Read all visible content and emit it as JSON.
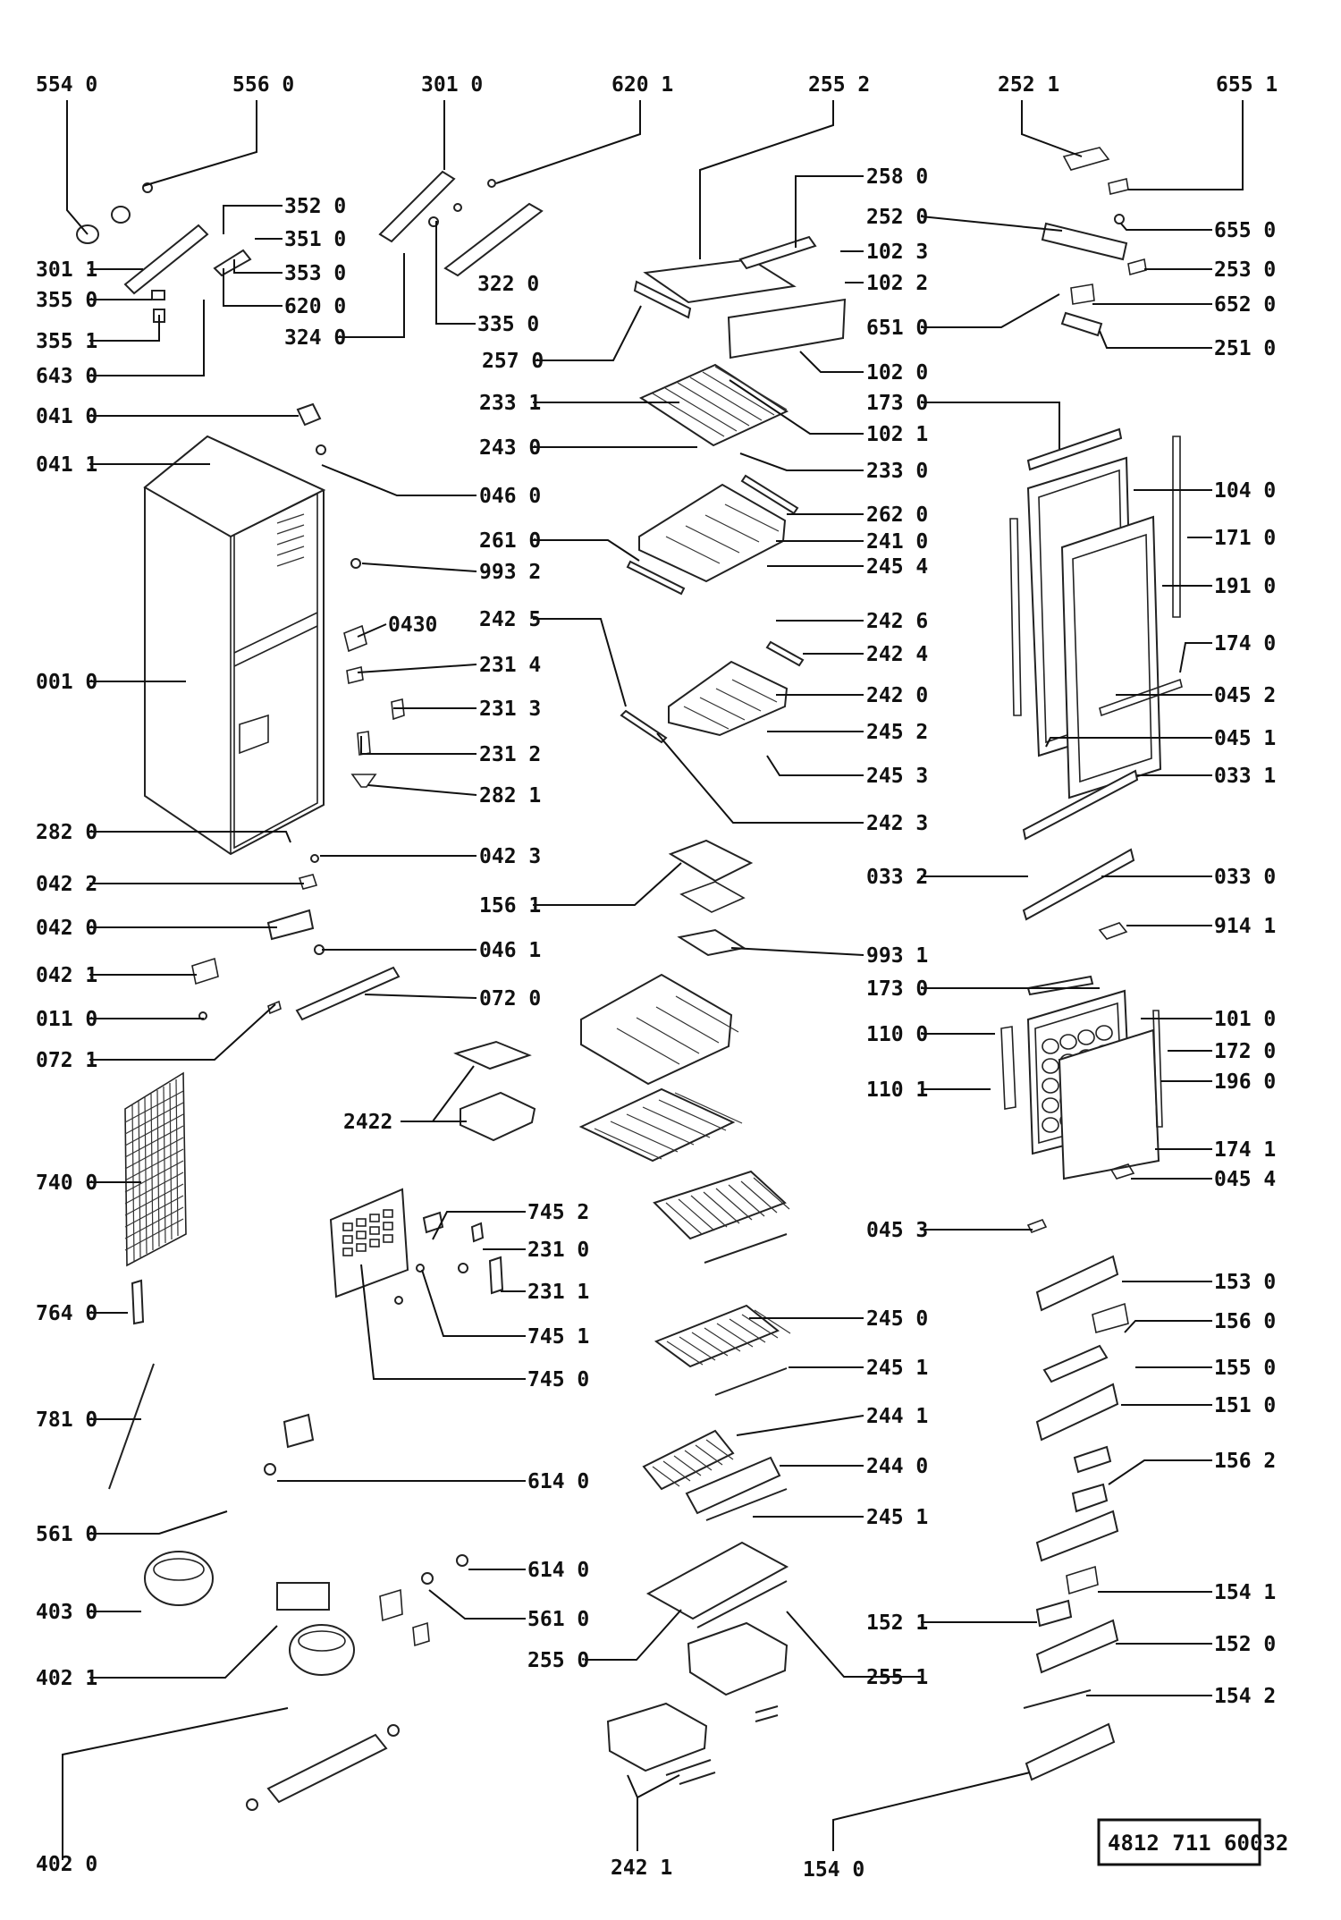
{
  "document_number": "4812 711 60032",
  "labels": [
    {
      "id": "554-0",
      "text": "554 0"
    },
    {
      "id": "556-0",
      "text": "556 0"
    },
    {
      "id": "301-0",
      "text": "301 0"
    },
    {
      "id": "620-1",
      "text": "620 1"
    },
    {
      "id": "255-2",
      "text": "255 2"
    },
    {
      "id": "252-1",
      "text": "252 1"
    },
    {
      "id": "655-1",
      "text": "655 1"
    },
    {
      "id": "352-0",
      "text": "352 0"
    },
    {
      "id": "351-0",
      "text": "351 0"
    },
    {
      "id": "353-0",
      "text": "353 0"
    },
    {
      "id": "620-0",
      "text": "620 0"
    },
    {
      "id": "301-1",
      "text": "301 1"
    },
    {
      "id": "355-0",
      "text": "355 0"
    },
    {
      "id": "355-1",
      "text": "355 1"
    },
    {
      "id": "643-0",
      "text": "643 0"
    },
    {
      "id": "322-0",
      "text": "322 0"
    },
    {
      "id": "324-0",
      "text": "324 0"
    },
    {
      "id": "335-0",
      "text": "335 0"
    },
    {
      "id": "258-0",
      "text": "258 0"
    },
    {
      "id": "252-0",
      "text": "252 0"
    },
    {
      "id": "102-3",
      "text": "102 3"
    },
    {
      "id": "102-2",
      "text": "102 2"
    },
    {
      "id": "655-0",
      "text": "655 0"
    },
    {
      "id": "253-0",
      "text": "253 0"
    },
    {
      "id": "652-0",
      "text": "652 0"
    },
    {
      "id": "651-0",
      "text": "651 0"
    },
    {
      "id": "251-0",
      "text": "251 0"
    },
    {
      "id": "257-0",
      "text": "257 0"
    },
    {
      "id": "102-0",
      "text": "102 0"
    },
    {
      "id": "173-0a",
      "text": "173 0"
    },
    {
      "id": "233-1",
      "text": "233 1"
    },
    {
      "id": "102-1",
      "text": "102 1"
    },
    {
      "id": "041-0",
      "text": "041 0"
    },
    {
      "id": "243-0",
      "text": "243 0"
    },
    {
      "id": "041-1",
      "text": "041 1"
    },
    {
      "id": "233-0",
      "text": "233 0"
    },
    {
      "id": "046-0",
      "text": "046 0"
    },
    {
      "id": "104-0",
      "text": "104 0"
    },
    {
      "id": "262-0",
      "text": "262 0"
    },
    {
      "id": "261-0",
      "text": "261 0"
    },
    {
      "id": "241-0",
      "text": "241 0"
    },
    {
      "id": "171-0",
      "text": "171 0"
    },
    {
      "id": "993-2",
      "text": "993 2"
    },
    {
      "id": "245-4",
      "text": "245 4"
    },
    {
      "id": "191-0",
      "text": "191 0"
    },
    {
      "id": "242-5",
      "text": "242 5"
    },
    {
      "id": "242-6",
      "text": "242 6"
    },
    {
      "id": "043-0",
      "text": "0430"
    },
    {
      "id": "174-0",
      "text": "174 0"
    },
    {
      "id": "242-4",
      "text": "242 4"
    },
    {
      "id": "231-4",
      "text": "231 4"
    },
    {
      "id": "001-0",
      "text": "001 0"
    },
    {
      "id": "242-0",
      "text": "242 0"
    },
    {
      "id": "045-2",
      "text": "045 2"
    },
    {
      "id": "231-3",
      "text": "231 3"
    },
    {
      "id": "245-2",
      "text": "245 2"
    },
    {
      "id": "045-1",
      "text": "045 1"
    },
    {
      "id": "231-2",
      "text": "231 2"
    },
    {
      "id": "245-3",
      "text": "245 3"
    },
    {
      "id": "033-1",
      "text": "033 1"
    },
    {
      "id": "282-1",
      "text": "282 1"
    },
    {
      "id": "242-3",
      "text": "242 3"
    },
    {
      "id": "282-0",
      "text": "282 0"
    },
    {
      "id": "042-3",
      "text": "042 3"
    },
    {
      "id": "033-2",
      "text": "033 2"
    },
    {
      "id": "033-0",
      "text": "033 0"
    },
    {
      "id": "042-2",
      "text": "042 2"
    },
    {
      "id": "156-1",
      "text": "156 1"
    },
    {
      "id": "042-0",
      "text": "042 0"
    },
    {
      "id": "914-1",
      "text": "914 1"
    },
    {
      "id": "046-1",
      "text": "046 1"
    },
    {
      "id": "993-1",
      "text": "993 1"
    },
    {
      "id": "042-1",
      "text": "042 1"
    },
    {
      "id": "173-0b",
      "text": "173 0"
    },
    {
      "id": "011-0",
      "text": "011 0"
    },
    {
      "id": "072-0",
      "text": "072 0"
    },
    {
      "id": "101-0",
      "text": "101 0"
    },
    {
      "id": "110-0",
      "text": "110 0"
    },
    {
      "id": "072-1",
      "text": "072 1"
    },
    {
      "id": "172-0",
      "text": "172 0"
    },
    {
      "id": "110-1",
      "text": "110 1"
    },
    {
      "id": "196-0",
      "text": "196 0"
    },
    {
      "id": "242-2",
      "text": "2422"
    },
    {
      "id": "740-0",
      "text": "740 0"
    },
    {
      "id": "174-1",
      "text": "174 1"
    },
    {
      "id": "045-4",
      "text": "045 4"
    },
    {
      "id": "745-2",
      "text": "745 2"
    },
    {
      "id": "045-3",
      "text": "045 3"
    },
    {
      "id": "231-0",
      "text": "231 0"
    },
    {
      "id": "153-0",
      "text": "153 0"
    },
    {
      "id": "231-1",
      "text": "231 1"
    },
    {
      "id": "764-0",
      "text": "764 0"
    },
    {
      "id": "245-0",
      "text": "245 0"
    },
    {
      "id": "156-0",
      "text": "156 0"
    },
    {
      "id": "745-1",
      "text": "745 1"
    },
    {
      "id": "245-1a",
      "text": "245 1"
    },
    {
      "id": "155-0",
      "text": "155 0"
    },
    {
      "id": "745-0",
      "text": "745 0"
    },
    {
      "id": "781-0",
      "text": "781 0"
    },
    {
      "id": "244-1",
      "text": "244 1"
    },
    {
      "id": "151-0",
      "text": "151 0"
    },
    {
      "id": "244-0",
      "text": "244 0"
    },
    {
      "id": "156-2",
      "text": "156 2"
    },
    {
      "id": "614-0a",
      "text": "614 0"
    },
    {
      "id": "245-1b",
      "text": "245 1"
    },
    {
      "id": "561-0a",
      "text": "561 0"
    },
    {
      "id": "614-0b",
      "text": "614 0"
    },
    {
      "id": "154-1",
      "text": "154 1"
    },
    {
      "id": "403-0",
      "text": "403 0"
    },
    {
      "id": "561-0b",
      "text": "561 0"
    },
    {
      "id": "152-1",
      "text": "152 1"
    },
    {
      "id": "255-0",
      "text": "255 0"
    },
    {
      "id": "152-0",
      "text": "152 0"
    },
    {
      "id": "402-1",
      "text": "402 1"
    },
    {
      "id": "255-1",
      "text": "255 1"
    },
    {
      "id": "154-2",
      "text": "154 2"
    },
    {
      "id": "402-0",
      "text": "402 0"
    },
    {
      "id": "242-1",
      "text": "242 1"
    },
    {
      "id": "154-0",
      "text": "154 0"
    }
  ]
}
